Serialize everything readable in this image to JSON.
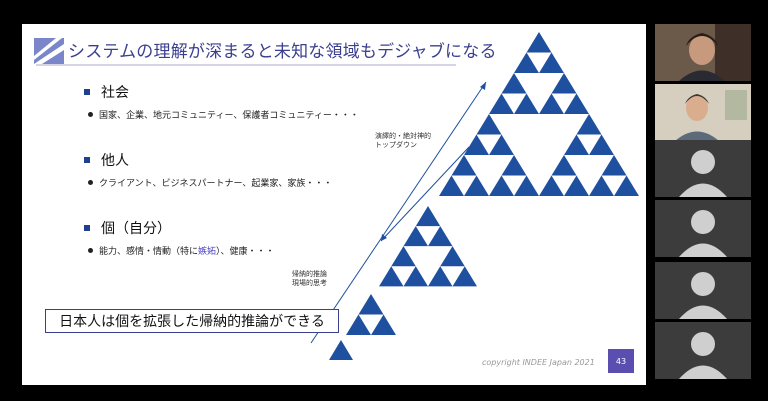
{
  "slide": {
    "title": "システムの理解が深まると未知な領域もデジャブになる",
    "sections": [
      {
        "heading": "社会",
        "detail": "国家、企業、地元コミュニティー、保護者コミュニティー・・・"
      },
      {
        "heading": "他人",
        "detail": "クライアント、ビジネスパートナー、起業家、家族・・・"
      },
      {
        "heading": "個（自分）",
        "detail_before": "能力、感情・情動（特に",
        "detail_highlight": "嫉妬",
        "detail_after": "）、健康・・・"
      }
    ],
    "callout": "日本人は個を拡張した帰納的推論ができる",
    "top_note": [
      "演繹的・絶対神的",
      "トップダウン"
    ],
    "bottom_note": [
      "帰納的推論",
      "現場的思考"
    ],
    "copyright": "copyright INDEE Japan 2021",
    "page_number": "43"
  },
  "colors": {
    "accent": "#1f4f9f",
    "title": "#3b3f8f",
    "highlight": "#4a43c2",
    "page_badge": "#5a4fb0"
  },
  "participants": [
    {
      "kind": "video",
      "icon": "person-photo"
    },
    {
      "kind": "video",
      "icon": "person-photo"
    },
    {
      "kind": "placeholder",
      "icon": "avatar-placeholder-icon"
    },
    {
      "kind": "placeholder",
      "icon": "avatar-placeholder-icon"
    },
    {
      "kind": "placeholder",
      "icon": "avatar-placeholder-icon"
    },
    {
      "kind": "placeholder",
      "icon": "avatar-placeholder-icon"
    }
  ]
}
